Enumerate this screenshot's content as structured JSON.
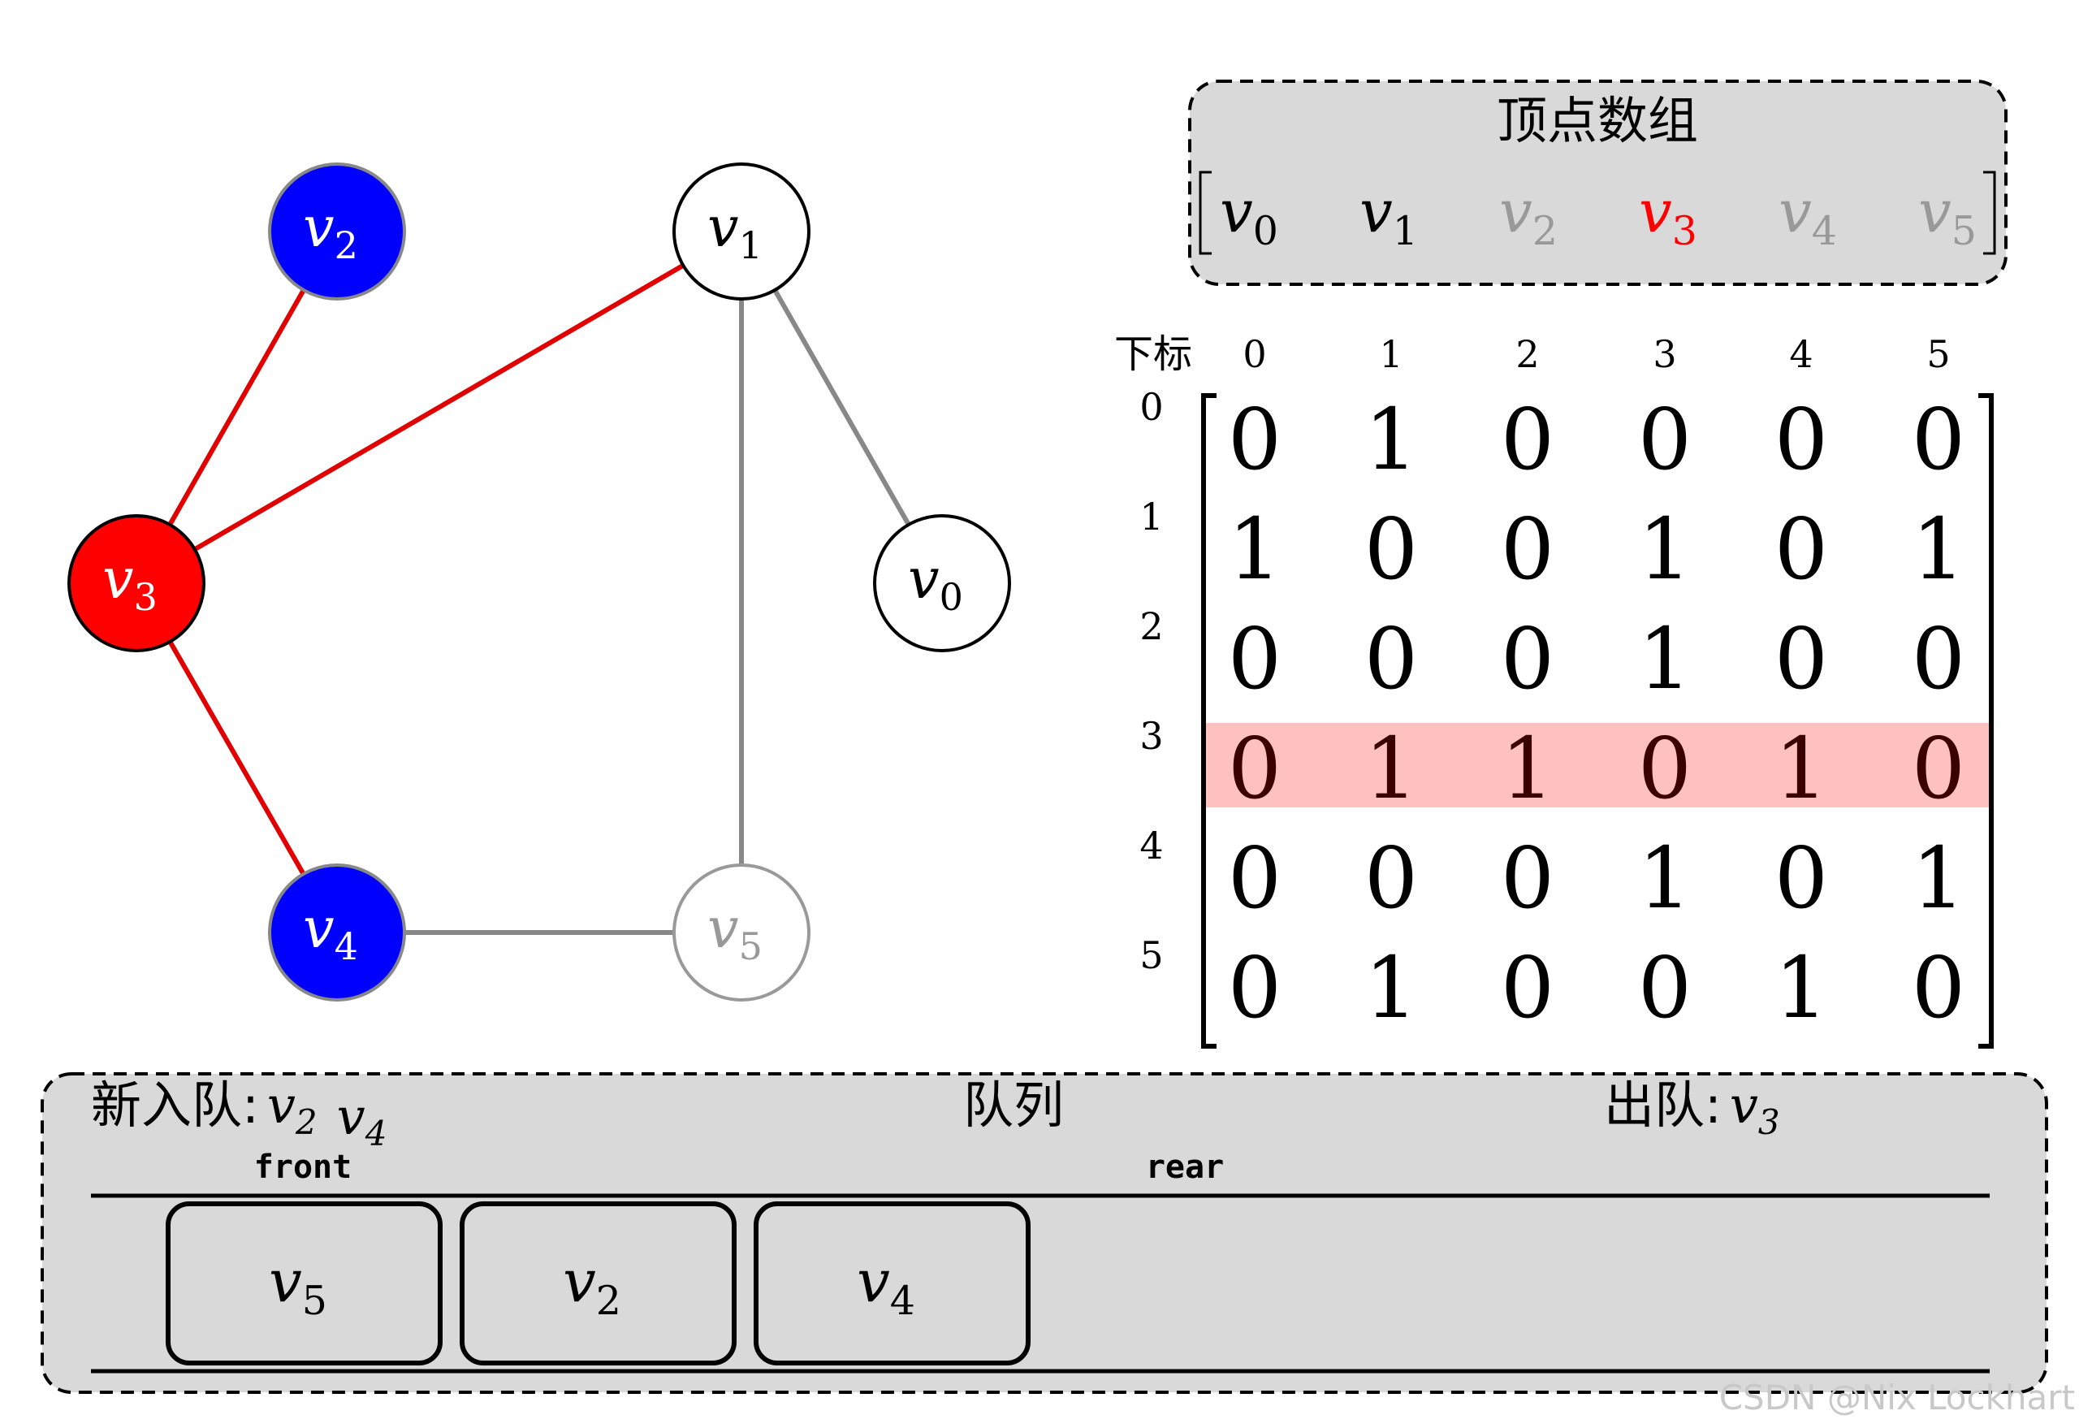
{
  "colors": {
    "red": "#ff0000",
    "blue": "#0000ff",
    "gray": "#888888",
    "light_gray": "#999999",
    "panel_fill": "#d9d9d9",
    "highlight_row": "#ffc0c0",
    "red_edge": "#e00000",
    "black": "#000000"
  },
  "graph": {
    "nodes": [
      {
        "id": "v0",
        "base": "v",
        "sub": "0",
        "style": "plain"
      },
      {
        "id": "v1",
        "base": "v",
        "sub": "1",
        "style": "plain"
      },
      {
        "id": "v2",
        "base": "v",
        "sub": "2",
        "style": "blue"
      },
      {
        "id": "v3",
        "base": "v",
        "sub": "3",
        "style": "red"
      },
      {
        "id": "v4",
        "base": "v",
        "sub": "4",
        "style": "blue"
      },
      {
        "id": "v5",
        "base": "v",
        "sub": "5",
        "style": "faded"
      }
    ],
    "edges": [
      {
        "from": "v3",
        "to": "v2",
        "style": "red"
      },
      {
        "from": "v3",
        "to": "v1",
        "style": "red"
      },
      {
        "from": "v3",
        "to": "v4",
        "style": "red"
      },
      {
        "from": "v1",
        "to": "v0",
        "style": "gray"
      },
      {
        "from": "v1",
        "to": "v5",
        "style": "gray"
      },
      {
        "from": "v4",
        "to": "v5",
        "style": "gray"
      }
    ]
  },
  "vertex_array": {
    "title": "顶点数组",
    "items": [
      {
        "base": "v",
        "sub": "0",
        "state": "visited"
      },
      {
        "base": "v",
        "sub": "1",
        "state": "visited"
      },
      {
        "base": "v",
        "sub": "2",
        "state": "faded"
      },
      {
        "base": "v",
        "sub": "3",
        "state": "current"
      },
      {
        "base": "v",
        "sub": "4",
        "state": "faded"
      },
      {
        "base": "v",
        "sub": "5",
        "state": "faded"
      }
    ]
  },
  "matrix": {
    "index_label": "下标",
    "col_labels": [
      "0",
      "1",
      "2",
      "3",
      "4",
      "5"
    ],
    "row_labels": [
      "0",
      "1",
      "2",
      "3",
      "4",
      "5"
    ],
    "highlight_row": 3,
    "values": [
      [
        0,
        1,
        0,
        0,
        0,
        0
      ],
      [
        1,
        0,
        0,
        1,
        0,
        1
      ],
      [
        0,
        0,
        0,
        1,
        0,
        0
      ],
      [
        0,
        1,
        1,
        0,
        1,
        0
      ],
      [
        0,
        0,
        0,
        1,
        0,
        1
      ],
      [
        0,
        1,
        0,
        0,
        1,
        0
      ]
    ]
  },
  "queue": {
    "title": "队列",
    "enqueue_label": "新入队:",
    "enqueue_items": [
      {
        "base": "v",
        "sub": "2"
      },
      {
        "base": "v",
        "sub": "4"
      }
    ],
    "dequeue_label": "出队:",
    "dequeue_item": {
      "base": "v",
      "sub": "3"
    },
    "front_label": "front",
    "rear_label": "rear",
    "items": [
      {
        "base": "v",
        "sub": "5"
      },
      {
        "base": "v",
        "sub": "2"
      },
      {
        "base": "v",
        "sub": "4"
      }
    ]
  },
  "watermark": "CSDN @Nix Lockhart"
}
